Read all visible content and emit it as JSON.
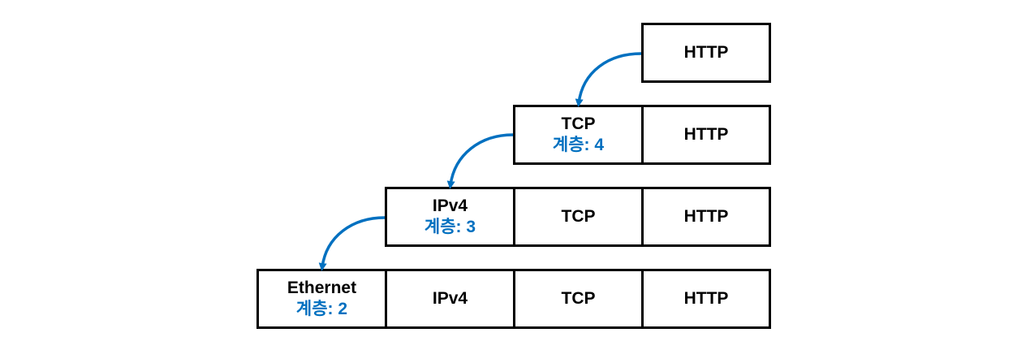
{
  "colors": {
    "border": "#000000",
    "layer_text": "#0070c0",
    "arrow": "#0070c0"
  },
  "rows": [
    {
      "cells": [
        {
          "name": "HTTP"
        }
      ]
    },
    {
      "cells": [
        {
          "name": "TCP",
          "layer": "계층: 4"
        },
        {
          "name": "HTTP"
        }
      ]
    },
    {
      "cells": [
        {
          "name": "IPv4",
          "layer": "계층: 3"
        },
        {
          "name": "TCP"
        },
        {
          "name": "HTTP"
        }
      ]
    },
    {
      "cells": [
        {
          "name": "Ethernet",
          "layer": "계층: 2"
        },
        {
          "name": "IPv4"
        },
        {
          "name": "TCP"
        },
        {
          "name": "HTTP"
        }
      ]
    }
  ]
}
